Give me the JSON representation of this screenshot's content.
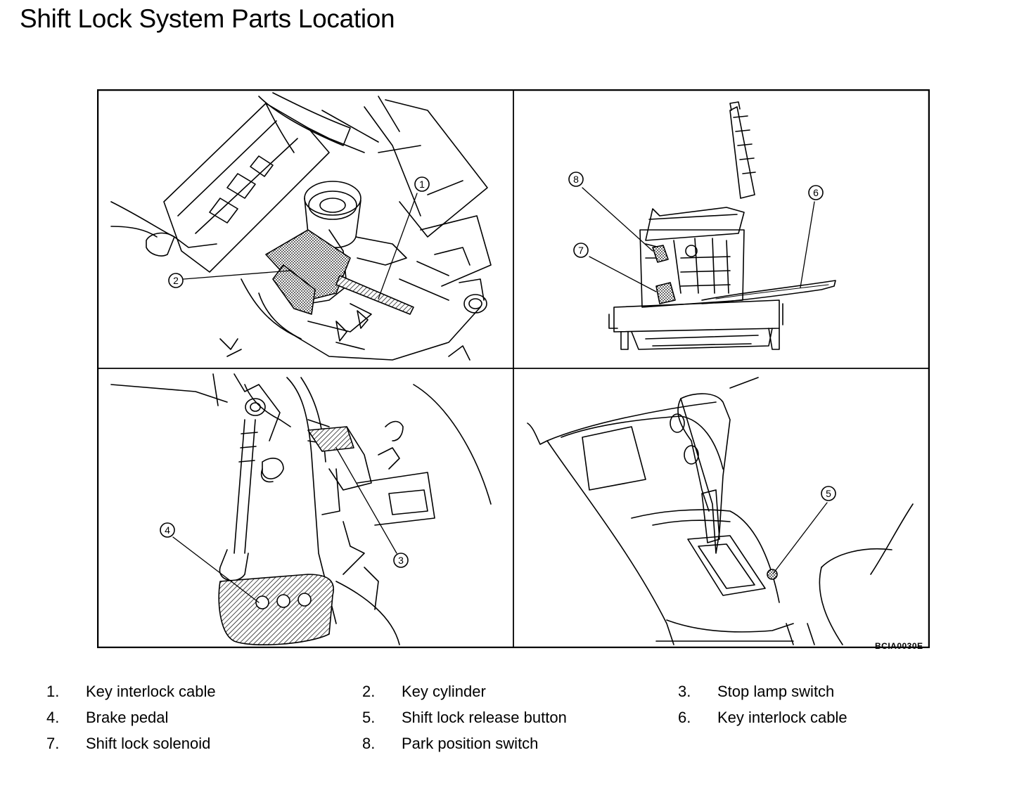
{
  "title": "Shift Lock System Parts Location",
  "figure_code": "BCIA0030E",
  "callouts": [
    "1",
    "2",
    "3",
    "4",
    "5",
    "6",
    "7",
    "8"
  ],
  "legend": [
    [
      {
        "num": "1.",
        "label": "Key interlock cable"
      },
      {
        "num": "2.",
        "label": "Key cylinder"
      },
      {
        "num": "3.",
        "label": "Stop lamp switch"
      }
    ],
    [
      {
        "num": "4.",
        "label": "Brake pedal"
      },
      {
        "num": "5.",
        "label": "Shift lock release button"
      },
      {
        "num": "6.",
        "label": "Key interlock cable"
      }
    ],
    [
      {
        "num": "7.",
        "label": "Shift lock solenoid"
      },
      {
        "num": "8.",
        "label": "Park position switch"
      }
    ]
  ]
}
